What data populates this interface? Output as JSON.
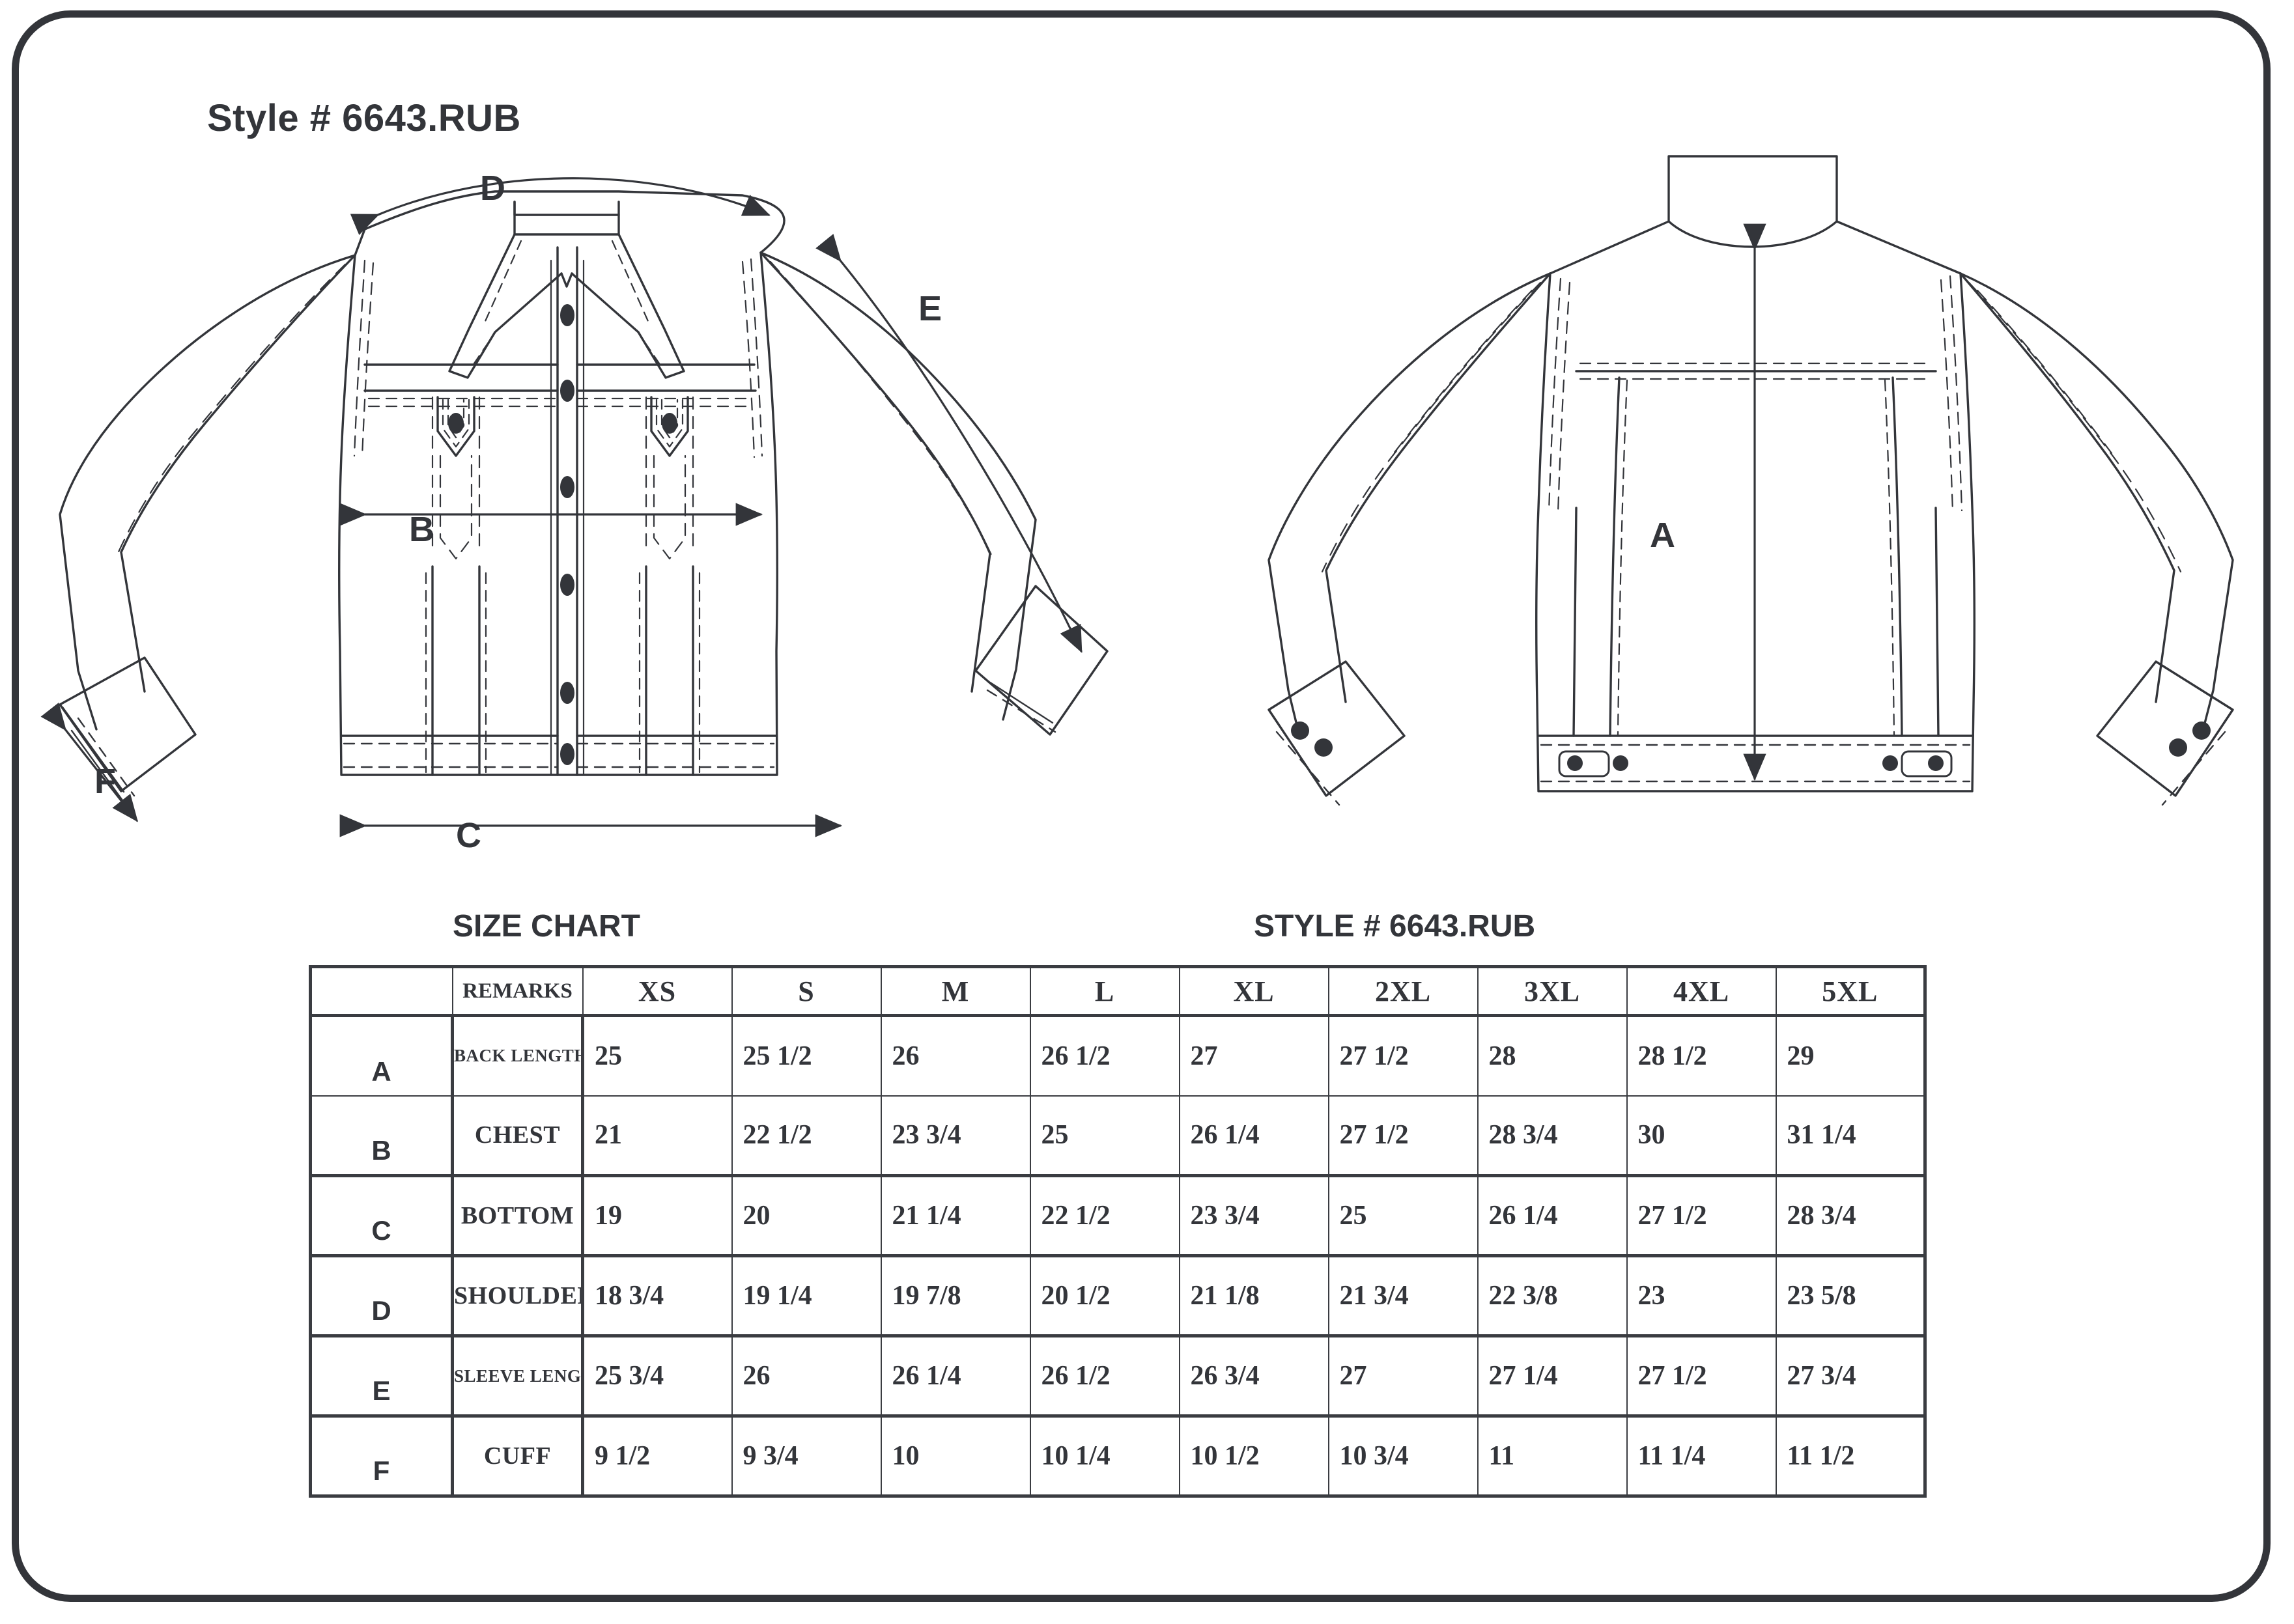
{
  "page": {
    "title": "Style # 6643.RUB",
    "border_color": "#33353a",
    "ink_color": "#33353a"
  },
  "drawing": {
    "front_view_name": "jacket-front-technical-flat",
    "back_view_name": "jacket-back-technical-flat",
    "measurement_letters": [
      {
        "id": "A",
        "label": "A",
        "points_to": "back-length"
      },
      {
        "id": "B",
        "label": "B",
        "points_to": "chest"
      },
      {
        "id": "C",
        "label": "C",
        "points_to": "bottom"
      },
      {
        "id": "D",
        "label": "D",
        "points_to": "shoulder"
      },
      {
        "id": "E",
        "label": "E",
        "points_to": "sleeve-length"
      },
      {
        "id": "F",
        "label": "F",
        "points_to": "cuff"
      }
    ]
  },
  "captions": {
    "size_chart": "SIZE CHART",
    "style": "STYLE # 6643.RUB"
  },
  "chart_data": {
    "type": "table",
    "title": "SIZE CHART",
    "subtitle": "STYLE # 6643.RUB",
    "corner_label": "",
    "remarks_header": "REMARKS",
    "categories": [
      "XS",
      "S",
      "M",
      "L",
      "XL",
      "2XL",
      "3XL",
      "4XL",
      "5XL"
    ],
    "row_keys": [
      "A",
      "B",
      "C",
      "D",
      "E",
      "F"
    ],
    "series": [
      {
        "key": "A",
        "name": "BACK LENGTH",
        "small_label": true,
        "values": [
          "25",
          "25 1/2",
          "26",
          "26 1/2",
          "27",
          "27 1/2",
          "28",
          "28 1/2",
          "29"
        ]
      },
      {
        "key": "B",
        "name": "CHEST",
        "small_label": false,
        "values": [
          "21",
          "22 1/2",
          "23 3/4",
          "25",
          "26 1/4",
          "27 1/2",
          "28 3/4",
          "30",
          "31 1/4"
        ]
      },
      {
        "key": "C",
        "name": "BOTTOM",
        "small_label": false,
        "values": [
          "19",
          "20",
          "21 1/4",
          "22 1/2",
          "23 3/4",
          "25",
          "26 1/4",
          "27 1/2",
          "28 3/4"
        ]
      },
      {
        "key": "D",
        "name": "SHOULDER",
        "small_label": false,
        "values": [
          "18 3/4",
          "19 1/4",
          "19 7/8",
          "20 1/2",
          "21 1/8",
          "21 3/4",
          "22 3/8",
          "23",
          "23 5/8"
        ]
      },
      {
        "key": "E",
        "name": "SLEEVE LENGTH",
        "small_label": true,
        "values": [
          "25 3/4",
          "26",
          "26 1/4",
          "26 1/2",
          "26 3/4",
          "27",
          "27 1/4",
          "27 1/2",
          "27 3/4"
        ]
      },
      {
        "key": "F",
        "name": "CUFF",
        "small_label": false,
        "values": [
          "9 1/2",
          "9 3/4",
          "10",
          "10 1/4",
          "10 1/2",
          "10 3/4",
          "11",
          "11 1/4",
          "11 1/2"
        ]
      }
    ]
  }
}
